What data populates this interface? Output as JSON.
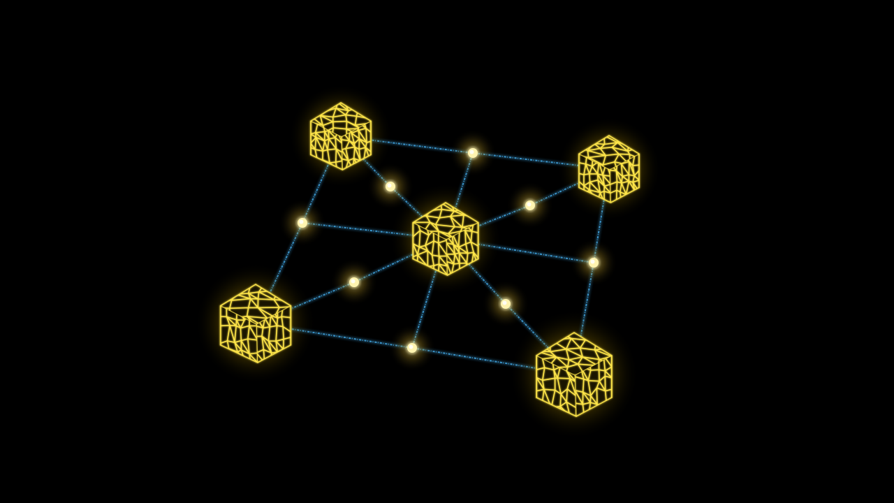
{
  "scene": {
    "background_color": "#000000",
    "link_color": "#3f9fd8",
    "node_fill_color": "#1a1500",
    "node_line_color": "#ffe64a",
    "node_glow_color": "#ffd21e",
    "joint_color": "#fff4b0"
  },
  "nodes": [
    {
      "id": "top-left"
    },
    {
      "id": "top-right"
    },
    {
      "id": "center"
    },
    {
      "id": "bottom-left"
    },
    {
      "id": "bottom-right"
    }
  ],
  "joints": [
    {
      "id": "top-edge"
    },
    {
      "id": "left-edge"
    },
    {
      "id": "right-edge"
    },
    {
      "id": "bottom-edge"
    },
    {
      "id": "diag-top-left"
    },
    {
      "id": "diag-top-right"
    },
    {
      "id": "diag-bottom-left"
    },
    {
      "id": "diag-bottom-right"
    }
  ]
}
